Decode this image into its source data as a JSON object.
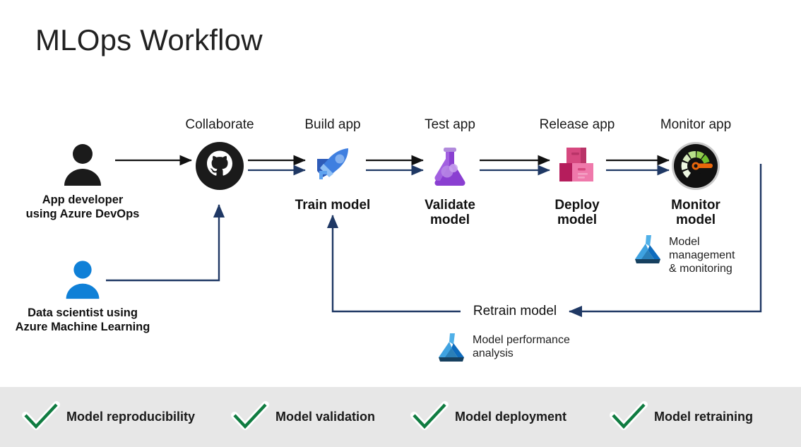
{
  "page": {
    "title": "MLOps Workflow",
    "background": "#ffffff",
    "band_color": "#e7e7e7"
  },
  "colors": {
    "navy": "#1f3864",
    "black_arrow": "#111111",
    "green_check": "#107c41",
    "azure_blue": "#0078d4",
    "purple": "#7719aa",
    "magenta": "#d6297f"
  },
  "stages": [
    {
      "id": "collaborate",
      "top_label": "Collaborate",
      "bottom_label": "",
      "icon": "github-icon"
    },
    {
      "id": "build",
      "top_label": "Build app",
      "bottom_label": "Train model",
      "icon": "azure-devops-rocket-icon"
    },
    {
      "id": "test",
      "top_label": "Test app",
      "bottom_label": "Validate\nmodel",
      "icon": "flask-beaker-icon"
    },
    {
      "id": "release",
      "top_label": "Release app",
      "bottom_label": "Deploy\nmodel",
      "icon": "release-boxes-icon"
    },
    {
      "id": "monitor",
      "top_label": "Monitor app",
      "bottom_label": "Monitor\nmodel",
      "icon": "gauge-monitor-icon"
    }
  ],
  "personas": [
    {
      "id": "app-developer",
      "label": "App developer\nusing Azure DevOps",
      "icon": "person-dark-icon"
    },
    {
      "id": "data-scientist",
      "label": "Data scientist using\nAzure Machine Learning",
      "icon": "person-blue-icon"
    }
  ],
  "annotations": [
    {
      "id": "model-management",
      "caption": "Model\nmanagement\n& monitoring",
      "icon": "azure-machine-learning-icon"
    },
    {
      "id": "model-performance",
      "caption": "Model performance\nanalysis",
      "icon": "azure-machine-learning-icon"
    }
  ],
  "loop": {
    "retrain_label": "Retrain model"
  },
  "outcomes": [
    {
      "id": "reproducibility",
      "label": "Model reproducibility",
      "icon": "check-icon"
    },
    {
      "id": "validation",
      "label": "Model validation",
      "icon": "check-icon"
    },
    {
      "id": "deployment",
      "label": "Model deployment",
      "icon": "check-icon"
    },
    {
      "id": "retraining",
      "label": "Model retraining",
      "icon": "check-icon"
    }
  ]
}
